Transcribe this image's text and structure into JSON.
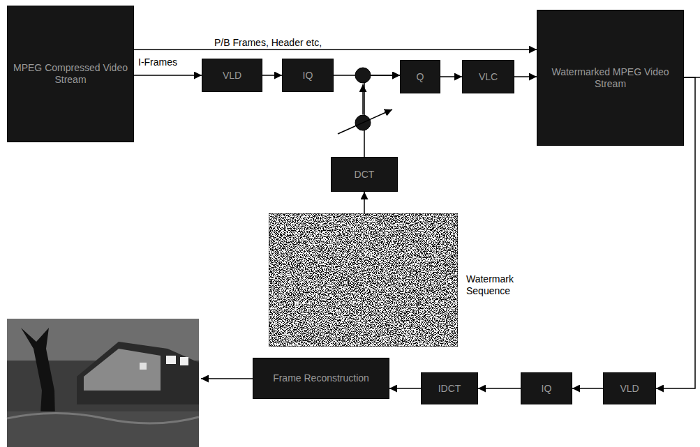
{
  "diagram": {
    "nodes": [
      {
        "text": [
          "MPEG Compressed Video Stream"
        ]
      },
      {
        "text": [
          "VLD"
        ]
      },
      {
        "text": [
          "IQ"
        ]
      },
      {
        "text": [
          "Q"
        ]
      },
      {
        "text": [
          "VLC"
        ]
      },
      {
        "text": [
          "Watermarked MPEG Video Stream"
        ]
      },
      {
        "text": [
          "DCT"
        ]
      },
      {
        "text": [
          "Watermark Sequence"
        ]
      },
      {
        "text": [
          "Frame Reconstruction"
        ]
      },
      {
        "text": [
          "IDCT"
        ]
      },
      {
        "text": [
          "IQ"
        ]
      },
      {
        "text": [
          "VLD"
        ]
      }
    ],
    "edges": [
      {
        "from": 0,
        "to": 5,
        "label": "P/B Frames, Header etc,",
        "arrow": "to"
      },
      {
        "from": 0,
        "to": 1,
        "label": "I-Frames",
        "arrow": "to"
      },
      {
        "from": 1,
        "to": 2,
        "arrow": "to"
      },
      {
        "from": 2,
        "to": 3,
        "arrow": "to"
      },
      {
        "from": 3,
        "to": 4,
        "arrow": "to"
      },
      {
        "from": 4,
        "to": 5,
        "arrow": "to"
      },
      {
        "from": 7,
        "to": 6,
        "arrow": "to"
      },
      {
        "from": 6,
        "to": 3,
        "arrow": "to"
      },
      {
        "from": 5,
        "to": 11,
        "arrow": "to"
      },
      {
        "from": 11,
        "to": 10,
        "arrow": "to"
      },
      {
        "from": 10,
        "to": 9,
        "arrow": "to"
      },
      {
        "from": 9,
        "to": 8,
        "arrow": "to"
      }
    ]
  }
}
